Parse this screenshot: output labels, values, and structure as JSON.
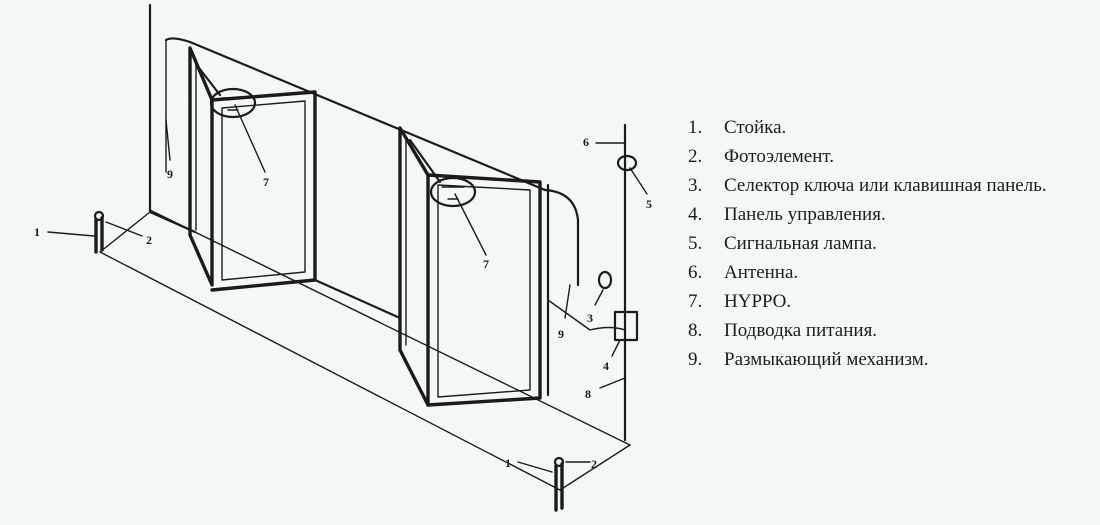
{
  "legend": {
    "items": [
      {
        "number": "1.",
        "text": "Стойка."
      },
      {
        "number": "2.",
        "text": "Фотоэлемент."
      },
      {
        "number": "3.",
        "text": "Селектор ключа или клавишная панель."
      },
      {
        "number": "4.",
        "text": "Панель управления."
      },
      {
        "number": "5.",
        "text": "Сигнальная лампа."
      },
      {
        "number": "6.",
        "text": "Антенна."
      },
      {
        "number": "7.",
        "text": "HYPPO."
      },
      {
        "number": "8.",
        "text": "Подводка питания."
      },
      {
        "number": "9.",
        "text": "Размыкающий механизм."
      }
    ]
  },
  "callouts": {
    "post_left": "1",
    "photocell_left": "2",
    "hyppo_left": "7",
    "release_left": "9",
    "antenna": "6",
    "lamp": "5",
    "key_selector": "3",
    "control_panel": "4",
    "hyppo_right": "7",
    "release_right": "9",
    "power_feed": "8",
    "post_right": "1",
    "photocell_right": "2"
  },
  "colors": {
    "background": "#f3f8f7",
    "ink": "#1b1b1b"
  }
}
